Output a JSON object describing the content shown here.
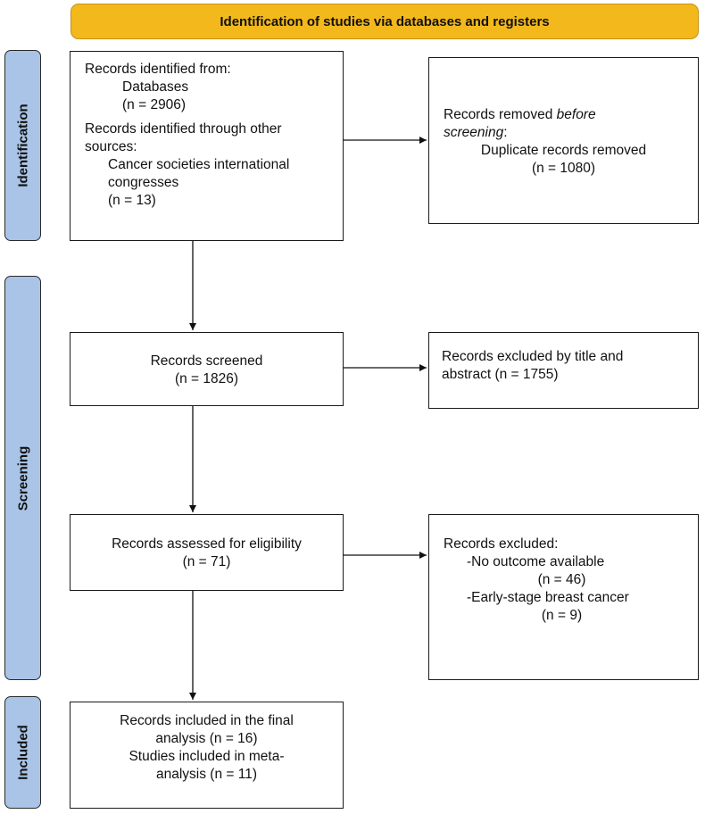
{
  "banner": "Identification of studies via databases and registers",
  "phases": {
    "identification": "Identification",
    "screening": "Screening",
    "included": "Included"
  },
  "identified": {
    "line1": "Records identified from:",
    "line2": "Databases",
    "line3": "(n = 2906)",
    "line4": "Records identified through other",
    "line5": "sources:",
    "line6": "Cancer societies international",
    "line7": "congresses",
    "line8": "(n = 13)"
  },
  "removed": {
    "line1_pre": "Records removed ",
    "line1_em": "before",
    "line2_em": "screening",
    "line2_post": ":",
    "line3": "Duplicate records removed",
    "line4": "(n = 1080)"
  },
  "screened": {
    "line1": "Records screened",
    "line2": "(n = 1826)"
  },
  "excluded_title": {
    "line1": "Records excluded by title and",
    "line2": "abstract (n = 1755)"
  },
  "eligibility": {
    "line1": "Records assessed for eligibility",
    "line2": "(n = 71)"
  },
  "excluded": {
    "line1": "Records excluded:",
    "line2": "-No outcome available",
    "line3": "(n = 46)",
    "line4": "-Early-stage breast cancer",
    "line5": "(n = 9)"
  },
  "included": {
    "line1": "Records included in the final",
    "line2": "analysis (n = 16)",
    "line3": "Studies included in meta-",
    "line4": "analysis (n = 11)"
  },
  "colors": {
    "banner": "#f3b81b",
    "phase": "#a9c4e6"
  }
}
